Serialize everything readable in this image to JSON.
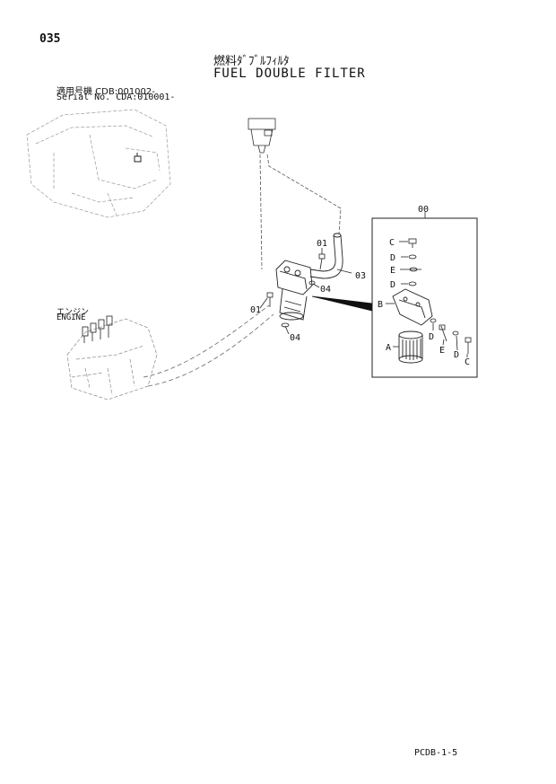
{
  "header": {
    "page_number": "035",
    "title_jp": "燃料ﾀﾞﾌﾞﾙﾌｨﾙﾀ",
    "title_en": "FUEL DOUBLE FILTER",
    "model_jp": "適用号機  CDB:001002-",
    "model_en": "Serial No. CDA:010001-"
  },
  "engine_label": {
    "jp": "エンジン",
    "en": "ENGINE"
  },
  "callouts": {
    "assembly": "00",
    "screw_upper": "01",
    "screw_lower": "01",
    "hose": "03",
    "washer_upper": "04",
    "washer_lower": "04"
  },
  "detail_parts": {
    "c1": "C",
    "d1": "D",
    "e1": "E",
    "d2": "D",
    "b": "B",
    "d3": "D",
    "a": "A",
    "e2": "E",
    "d4": "D",
    "c2": "C"
  },
  "footer": {
    "code": "PCDB-1-5"
  }
}
